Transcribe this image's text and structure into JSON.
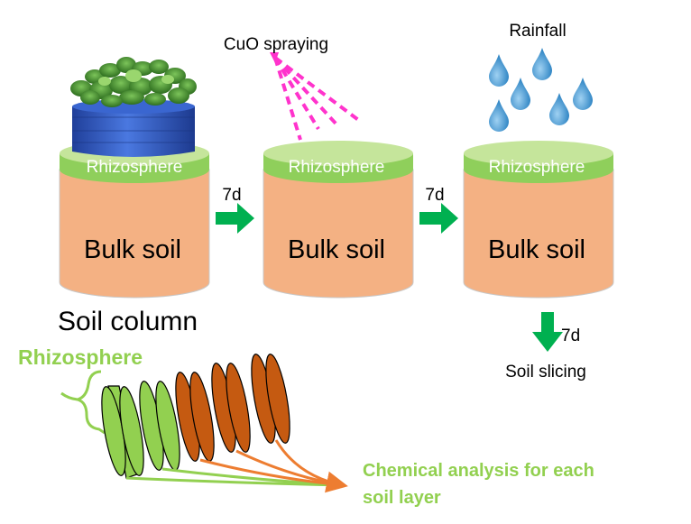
{
  "columns": [
    {
      "top_label": "Rhizosphere",
      "body_label": "Bulk soil"
    },
    {
      "top_label": "Rhizosphere",
      "body_label": "Bulk soil"
    },
    {
      "top_label": "Rhizosphere",
      "body_label": "Bulk soil"
    }
  ],
  "labels": {
    "soil_column": "Soil column",
    "cuo_spraying": "CuO spraying",
    "rainfall": "Rainfall",
    "interval_1": "7d",
    "interval_2": "7d",
    "interval_3": "7d",
    "soil_slicing": "Soil slicing",
    "rhizosphere_layers": "Rhizosphere",
    "analysis_line1": "Chemical analysis for each",
    "analysis_line2": "soil layer"
  },
  "colors": {
    "soil_body": "#f4b183",
    "rhizosphere_band": "#8fcf5b",
    "rhizosphere_top": "#c5e59b",
    "arrow_green": "#00b050",
    "spray_magenta": "#ff33cc",
    "rain_blue": "#4a9fd6",
    "slice_green": "#92d050",
    "slice_orange": "#c55a11",
    "label_green": "#92d050",
    "line_orange": "#ed7d31",
    "pot_blue": "#2f57c8",
    "plant_green": "#3f8f2a"
  }
}
